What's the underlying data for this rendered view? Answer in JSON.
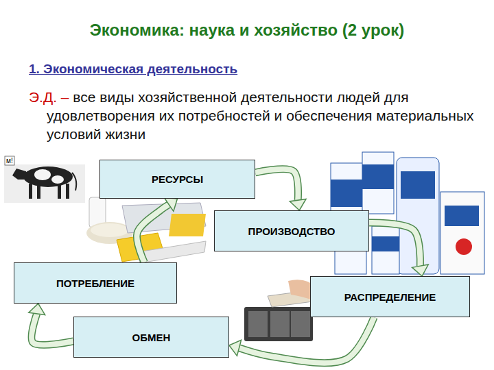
{
  "diagram": {
    "title": "Экономика: наука и хозяйство (2 урок)",
    "nodes": [
      {
        "text": [
          "РЕСУРСЫ"
        ]
      },
      {
        "text": [
          "ПРОИЗВОДСТВО"
        ]
      },
      {
        "text": [
          "РАСПРЕДЕЛЕНИЕ"
        ]
      },
      {
        "text": [
          "ОБМЕН"
        ]
      },
      {
        "text": [
          "ПОТРЕБЛЕНИЕ"
        ]
      }
    ],
    "edges": [
      {
        "from": 0,
        "to": 1,
        "arrow": "to"
      },
      {
        "from": 1,
        "to": 2,
        "arrow": "to"
      },
      {
        "from": 2,
        "to": 3,
        "arrow": "to"
      },
      {
        "from": 3,
        "to": 4,
        "arrow": "to"
      },
      {
        "from": 4,
        "to": 0,
        "arrow": "to"
      }
    ],
    "labels": [
      "1. Экономическая деятельность",
      "Э.Д. –",
      "все виды хозяйственной деятельности людей для удовлетворения их потребностей и обеспечения материальных условий жизни",
      "м!"
    ]
  }
}
